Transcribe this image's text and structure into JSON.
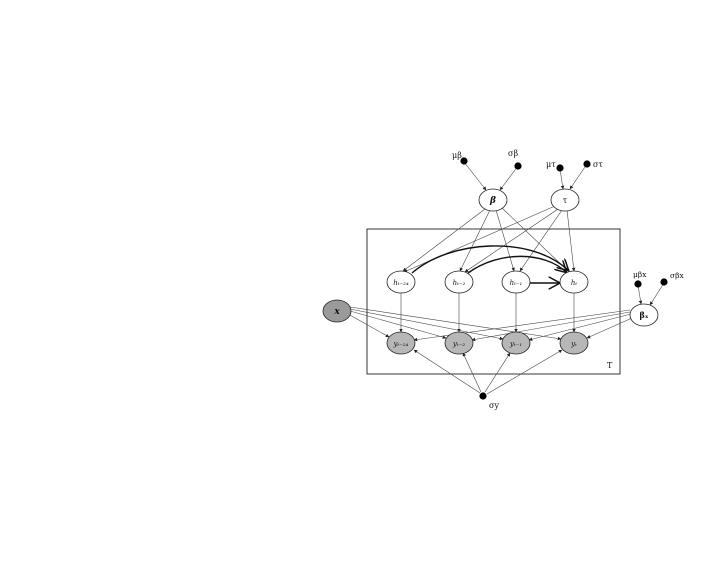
{
  "diagram": {
    "plate_label": "T",
    "nodes": {
      "beta": "β",
      "tau": "τ",
      "x": "x",
      "beta_x": "βₓ",
      "h_t24": "hₜ₋₂₄",
      "h_t2": "hₜ₋₂",
      "h_t1": "hₜ₋₁",
      "h_t": "hₜ",
      "y_t24": "yₜ₋₂₄",
      "y_t2": "yₜ₋₂",
      "y_t1": "yₜ₋₁",
      "y_t": "yₜ"
    },
    "hyperparameters": {
      "mu_beta": "μβ",
      "sigma_beta": "σβ",
      "mu_tau": "μτ",
      "sigma_tau": "στ",
      "mu_beta_x": "μβx",
      "sigma_beta_x": "σβx",
      "sigma_y": "σy"
    }
  }
}
